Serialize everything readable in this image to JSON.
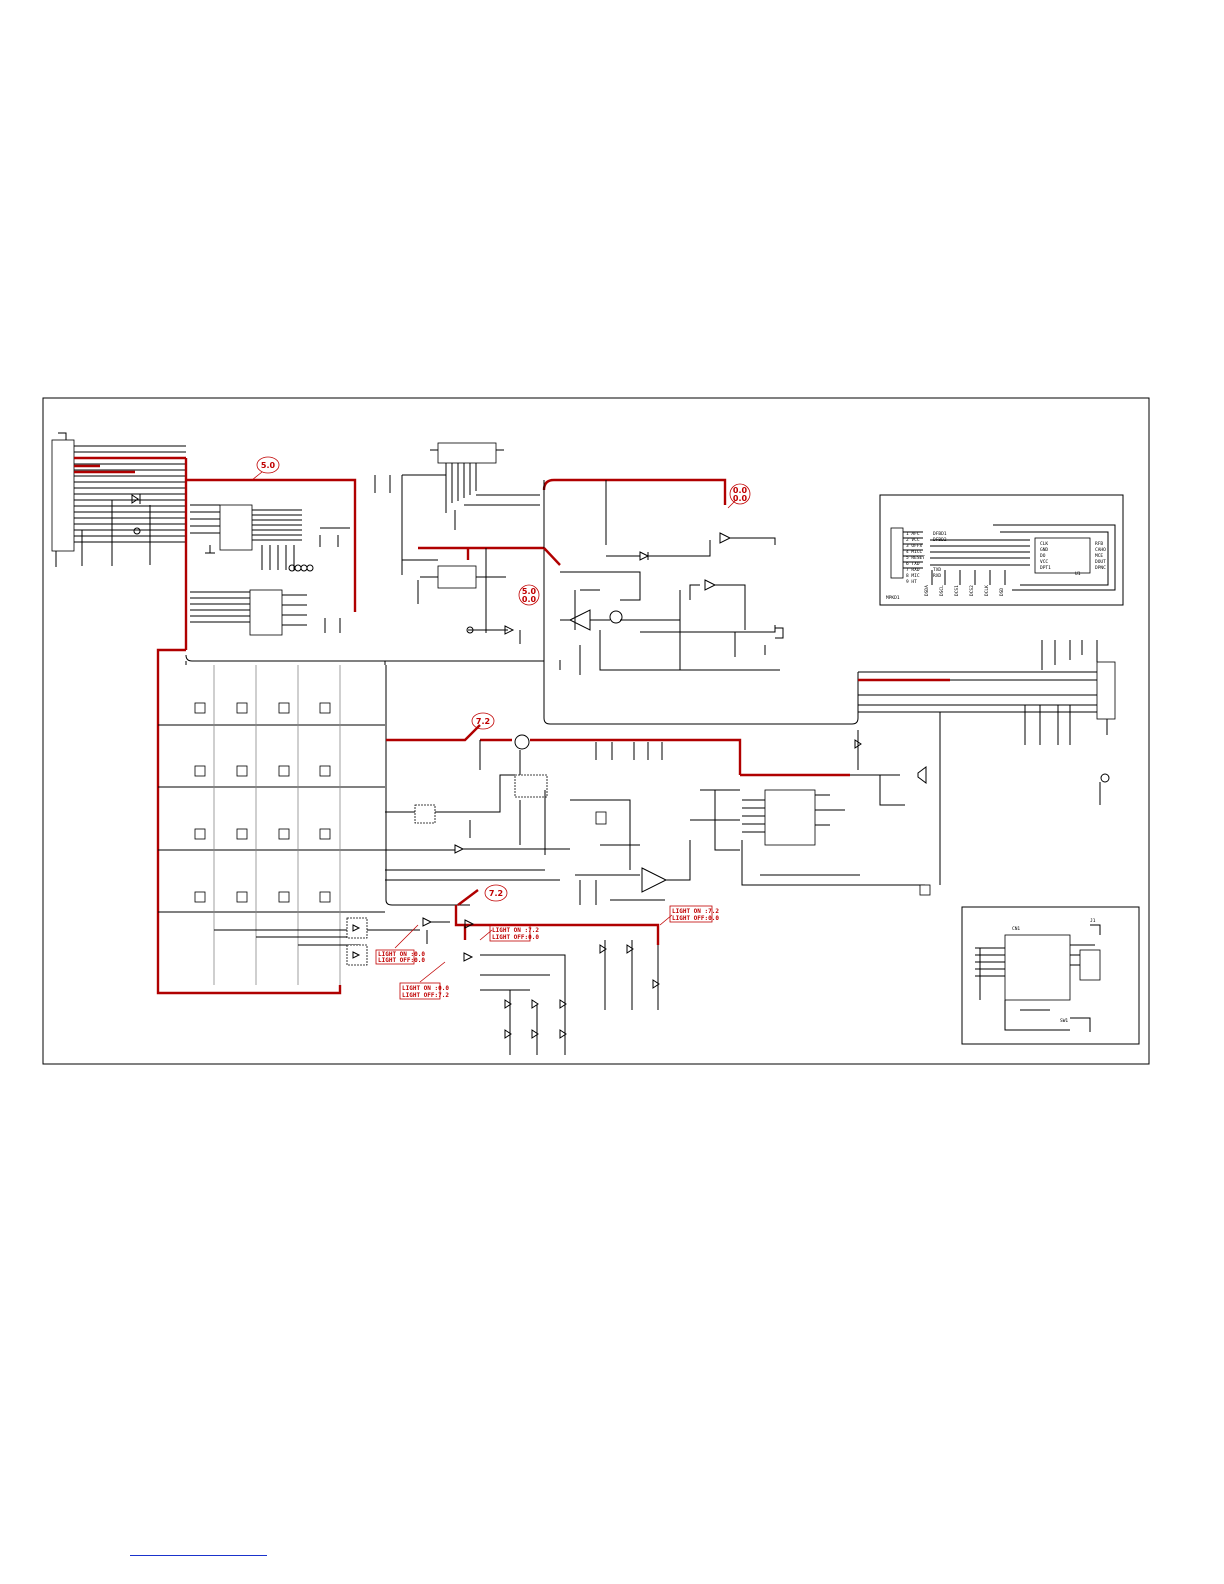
{
  "voltage_labels": [
    {
      "id": "v-5-0-top",
      "text": "5.0"
    },
    {
      "id": "v-0-0-right",
      "text": "0.0"
    },
    {
      "id": "v-0-0-right-b",
      "text": "0.0"
    },
    {
      "id": "v-5-0-mid",
      "text": "5.0"
    },
    {
      "id": "v-0-0-mid",
      "text": "0.0"
    },
    {
      "id": "v-7-2-a",
      "text": "7.2"
    },
    {
      "id": "v-7-2-b",
      "text": "7.2"
    }
  ],
  "light_notes": [
    {
      "id": "note-a",
      "line1": "LIGHT ON :0.0",
      "line2": "LIGHT OFF:0.0"
    },
    {
      "id": "note-b",
      "line1": "LIGHT ON :7.2",
      "line2": "LIGHT OFF:0.0"
    },
    {
      "id": "note-c",
      "line1": "LIGHT ON :7.2",
      "line2": "LIGHT OFF:0.0"
    },
    {
      "id": "note-d",
      "line1": "LIGHT ON :0.0",
      "line2": "LIGHT OFF:7.2"
    }
  ],
  "connector_inset": {
    "left_pins": [
      "1 AFC",
      "2 VCC",
      "3 OFFx",
      "4 MICC",
      "5 RESET",
      "6 TXD",
      "7 RXD",
      "8 MIC",
      "9 HT"
    ],
    "mid_labels": [
      "DFBD1",
      "DFBD2",
      "TXD",
      "RXD"
    ],
    "ic_left": [
      "CLK",
      "GND",
      "DO",
      "VCC",
      "DPT1"
    ],
    "ic_right": [
      "RFB",
      "CAHO",
      "MCE",
      "DOUT",
      "DPNC"
    ],
    "bottom_labels": [
      "DSDA",
      "DSCL",
      "DCS1",
      "DCS2",
      "DCLK",
      "DSD"
    ],
    "connector_name": "MPKD1",
    "ic_name": "U1"
  },
  "lower_inset": {
    "labels": [
      "CN1",
      "J1",
      "SW1"
    ]
  },
  "colors": {
    "power_trace": "#b00000",
    "signal": "#000000",
    "annotation": "#c00000",
    "link": "#1a33cc"
  }
}
